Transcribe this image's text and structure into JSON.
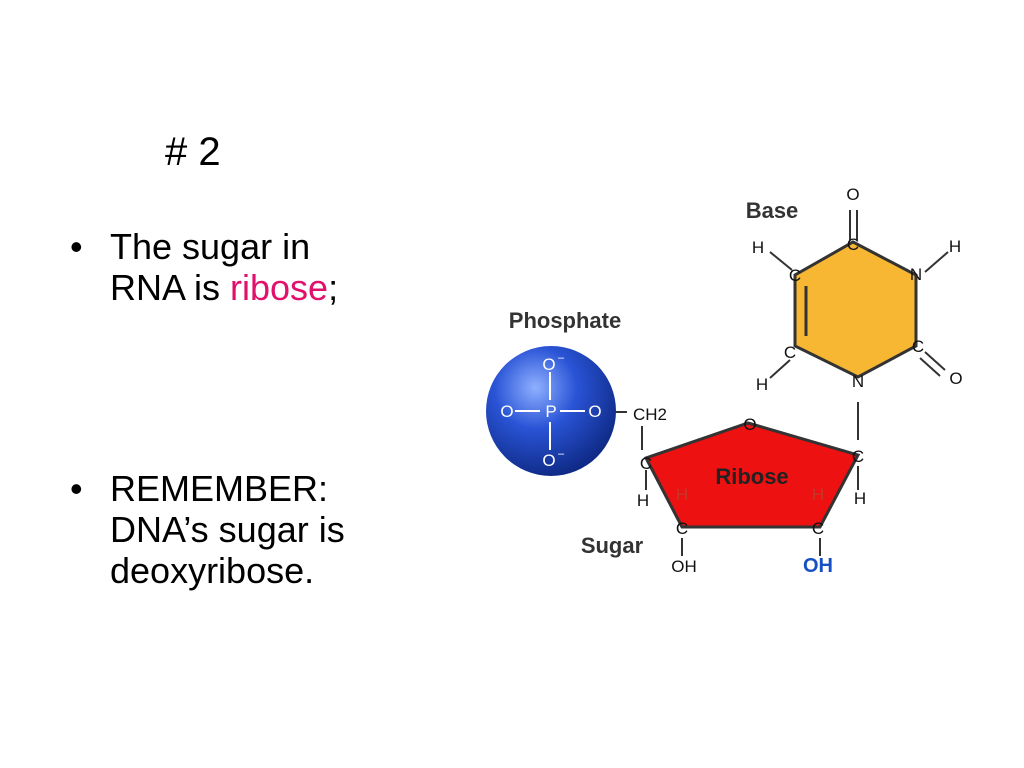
{
  "slide": {
    "title": "# 2",
    "bullets": [
      {
        "marker": "•",
        "line1": "The sugar in",
        "line2_before": "RNA is ",
        "highlight": "ribose",
        "line2_after": ";"
      },
      {
        "marker": "•",
        "line1": "REMEMBER:",
        "line2": "DNA’s sugar is",
        "line3": "deoxyribose."
      }
    ],
    "highlight_color": "#e0106b"
  },
  "diagram": {
    "labels": {
      "base": "Base",
      "phosphate": "Phosphate",
      "ribose": "Ribose",
      "sugar": "Sugar"
    },
    "phosphate_group": {
      "center": "P",
      "top": "O",
      "top_charge": "–",
      "bottom": "O",
      "bottom_charge": "–",
      "left": "O",
      "right": "O"
    },
    "linker": {
      "ch2": "CH2",
      "c": "C",
      "h": "H"
    },
    "ring_base": {
      "top_c": "C",
      "top_o": "O",
      "n_right": "N",
      "h_right": "H",
      "c_right": "C",
      "o_right": "O",
      "n_bottom": "N",
      "c_left_top": "C",
      "h_left_top": "H",
      "c_left_bottom": "C",
      "h_left_bottom": "H"
    },
    "ring_sugar": {
      "o_top": "O",
      "c_right": "C",
      "h_right": "H",
      "c_bottom_right": "C",
      "h_bottom_right": "H",
      "oh_bottom_right": "OH",
      "c_bottom_left": "C",
      "h_bottom_left": "H",
      "oh_bottom_left": "OH"
    },
    "colors": {
      "phosphate": "#2a54d6",
      "base": "#f7b733",
      "sugar": "#ee1111",
      "oh_highlight": "#1750c4",
      "h_sugar": "#c0392b"
    }
  }
}
